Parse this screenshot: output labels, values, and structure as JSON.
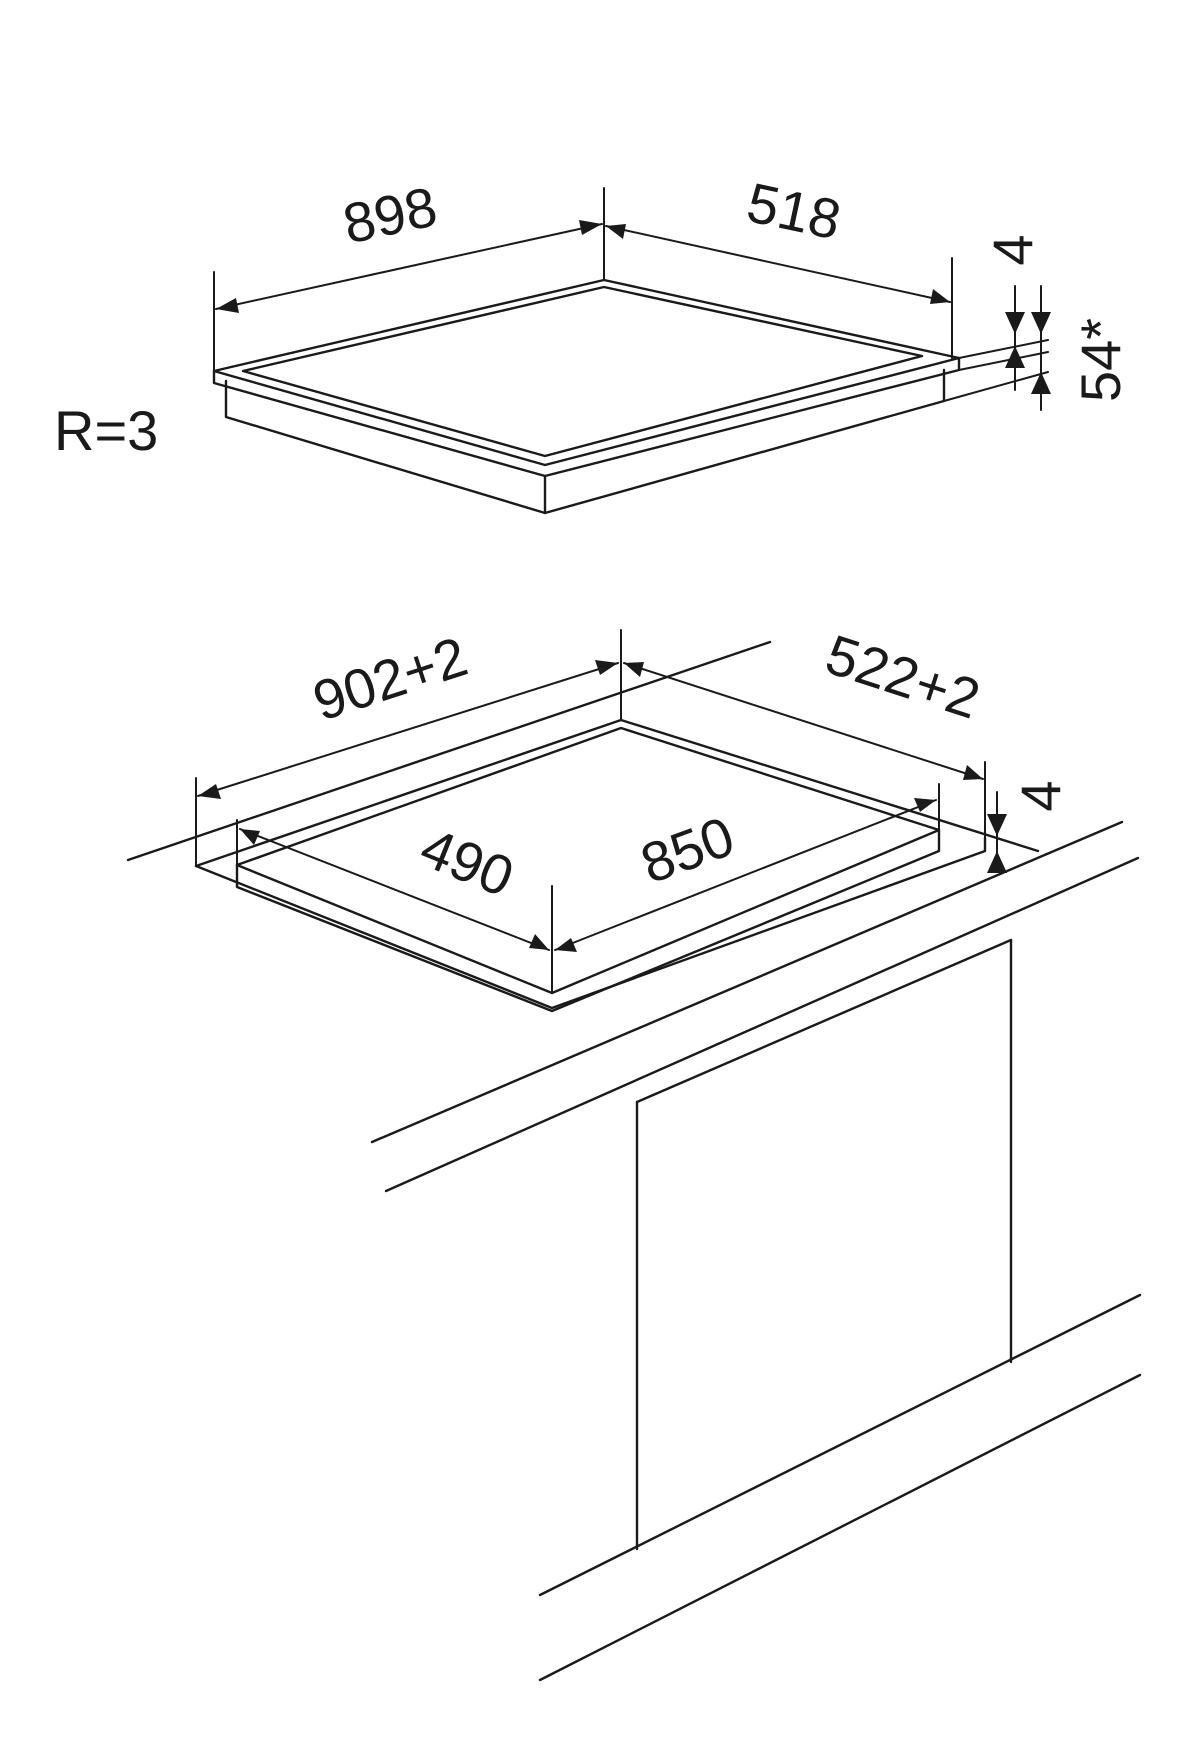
{
  "colors": {
    "line": "#1a1a1a",
    "background": "#ffffff"
  },
  "hob": {
    "width_label": "898",
    "depth_label": "518",
    "glass_thickness_label": "4",
    "height_label": "54*",
    "radius_label": "R=3"
  },
  "cutout": {
    "width_label": "902+2",
    "depth_label": "522+2",
    "inner_depth_label": "490",
    "inner_width_label": "850",
    "rebate_depth_label": "4"
  }
}
